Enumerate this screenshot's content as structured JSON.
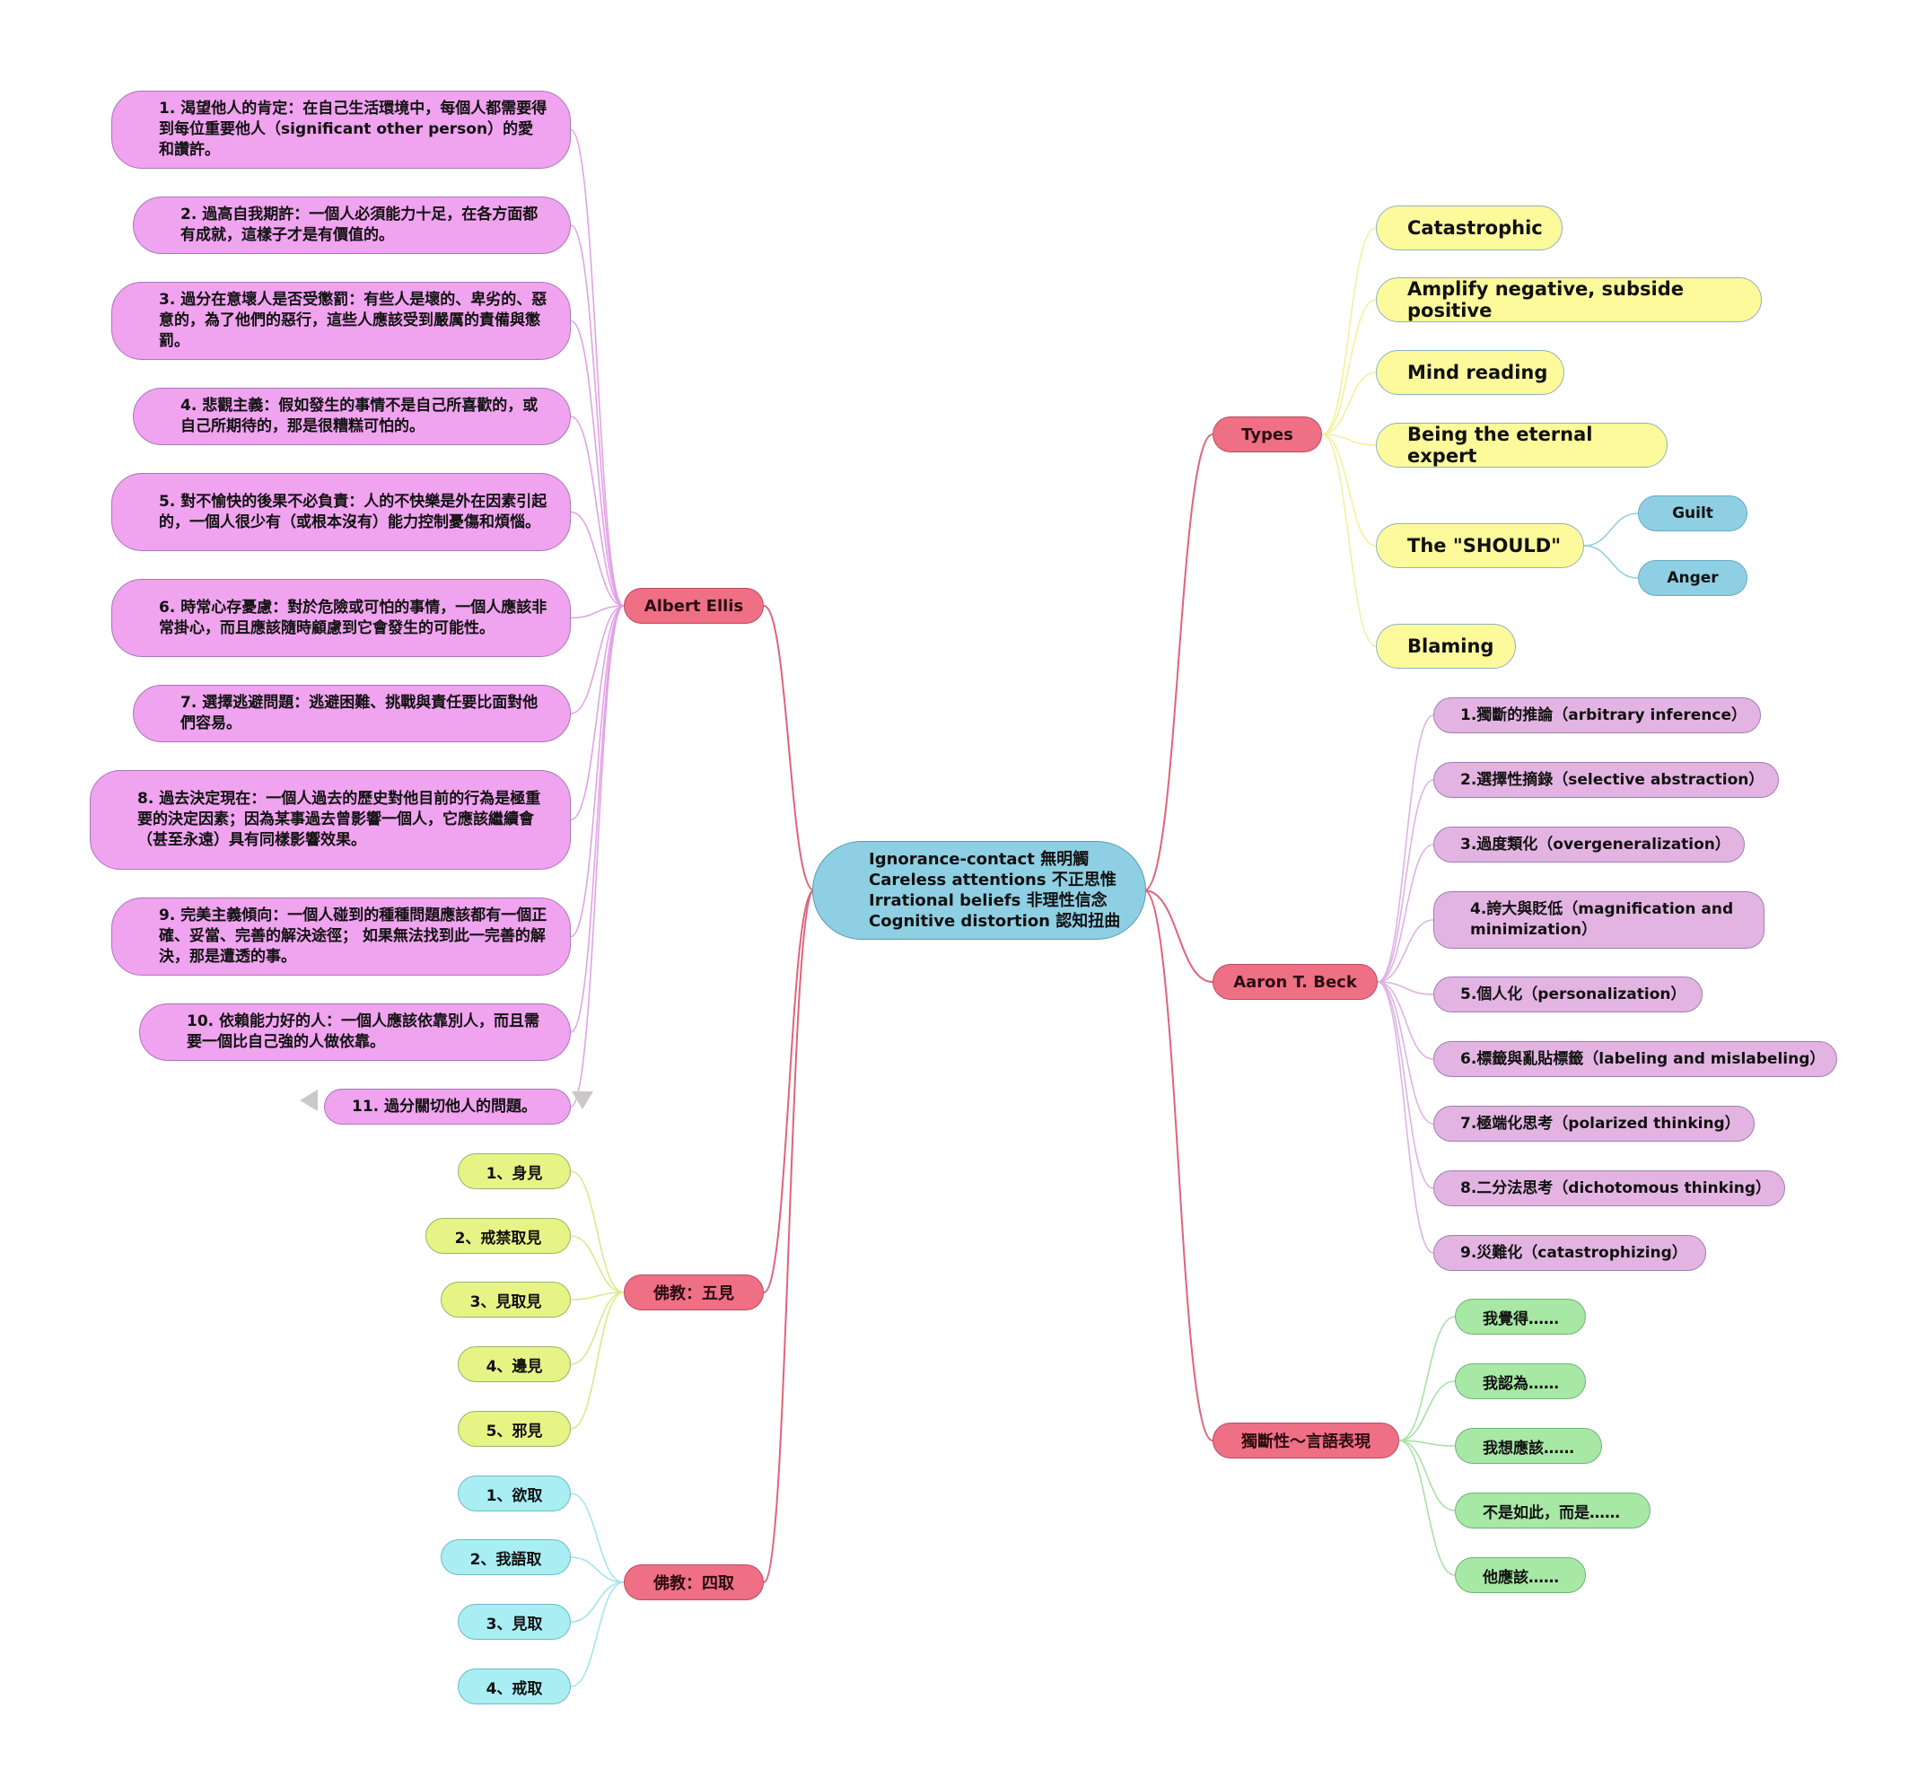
{
  "center": {
    "lines": [
      "Ignorance-contact 無明觸",
      "Careless attentions 不正思惟",
      "Irrational beliefs 非理性信念",
      "Cognitive distortion 認知扭曲"
    ]
  },
  "categories": {
    "albert_ellis": "Albert Ellis",
    "wujian": "佛教：五見",
    "siqu": "佛教：四取",
    "types": "Types",
    "aaron_beck": "Aaron T. Beck",
    "dugduan": "獨斷性～言語表現"
  },
  "ellis_items": [
    "1. 渴望他人的肯定：在自己生活環境中，每個人都需要得到每位重要他人（significant other person）的愛和讚許。",
    "2. 過高自我期許：一個人必須能力十足，在各方面都有成就，這樣子才是有價值的。",
    "3. 過分在意壞人是否受懲罰：有些人是壞的、卑劣的、惡意的，為了他們的惡行，這些人應該受到嚴厲的責備與懲罰。",
    "4. 悲觀主義：假如發生的事情不是自己所喜歡的，或自己所期待的，那是很糟糕可怕的。",
    "5. 對不愉快的後果不必負責：人的不快樂是外在因素引起的，一個人很少有（或根本沒有）能力控制憂傷和煩惱。",
    "6. 時常心存憂慮：對於危險或可怕的事情，一個人應該非常掛心，而且應該隨時顧慮到它會發生的可能性。",
    "7. 選擇逃避問題：逃避困難、挑戰與責任要比面對他們容易。",
    "8. 過去決定現在：一個人過去的歷史對他目前的行為是極重要的決定因素；因為某事過去曾影響一個人，它應該繼續會（甚至永遠）具有同樣影響效果。",
    "9. 完美主義傾向：一個人碰到的種種問題應該都有一個正確、妥當、完善的解決途徑； 如果無法找到此一完善的解決，那是遭透的事。",
    "10. 依賴能力好的人：一個人應該依靠別人，而且需要一個比自己強的人做依靠。",
    "11. 過分關切他人的問題。"
  ],
  "wujian_items": [
    "1、身見",
    "2、戒禁取見",
    "3、見取見",
    "4、邊見",
    "5、邪見"
  ],
  "siqu_items": [
    "1、欲取",
    "2、我語取",
    "3、見取",
    "4、戒取"
  ],
  "type_items": [
    "Catastrophic",
    "Amplify negative, subside positive",
    "Mind reading",
    "Being the eternal expert",
    "The \"SHOULD\"",
    "Blaming"
  ],
  "should_children": [
    "Guilt",
    "Anger"
  ],
  "beck_items": [
    "1.獨斷的推論（arbitrary inference）",
    "2.選擇性摘錄（selective abstraction）",
    "3.過度類化（overgeneralization）",
    "4.誇大與貶低（magnification and minimization）",
    "5.個人化（personalization）",
    "6.標籤與亂貼標籤（labeling and mislabeling）",
    "7.極端化思考（polarized thinking）",
    "8.二分法思考（dichotomous thinking）",
    "9.災難化（catastrophizing）"
  ],
  "dugduan_items": [
    "我覺得……",
    "我認為……",
    "我想應該……",
    "不是如此，而是……",
    "他應該……"
  ],
  "colors": {
    "category": "#ef6f85",
    "center": "#8ecfe3",
    "ellis": "#f0a3ef",
    "types": "#fdfa9b",
    "beck": "#e3b4e2",
    "dugduan": "#a7e8a4",
    "wujian": "#e6f485",
    "siqu": "#a8eef3"
  }
}
